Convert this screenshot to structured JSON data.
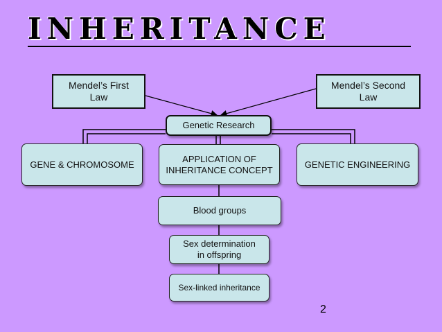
{
  "title": "Inheritance",
  "nodes": {
    "mendel_first": "Mendel’s First\nLaw",
    "mendel_second": "Mendel’s Second\nLaw",
    "genetic_research": "Genetic Research",
    "gene_chromosome": "GENE & CHROMOSOME",
    "application": "APPLICATION OF\nINHERITANCE CONCEPT",
    "genetic_engineering": "GENETIC ENGINEERING",
    "blood_groups": "Blood groups",
    "sex_determination": "Sex determination\nin offspring",
    "sex_linked": "Sex-linked inheritance"
  },
  "page_number": "2",
  "colors": {
    "background": "#cc99ff",
    "box_fill": "#c9e6ea",
    "line": "#000000"
  }
}
